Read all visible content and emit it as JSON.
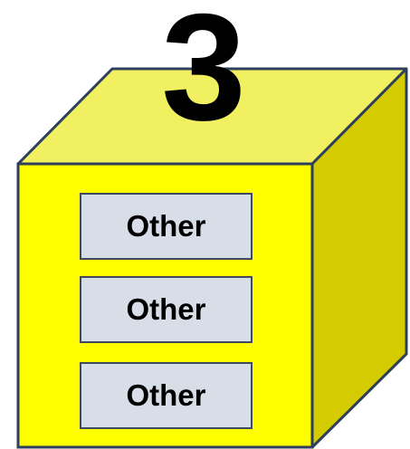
{
  "diagram": {
    "number": "3",
    "labels": [
      "Other",
      "Other",
      "Other"
    ]
  },
  "colors": {
    "front": "#ffff00",
    "top": "#f0f060",
    "side": "#d4cc00",
    "outline": "#2e3f5c",
    "label_fill": "#d7dee8"
  }
}
